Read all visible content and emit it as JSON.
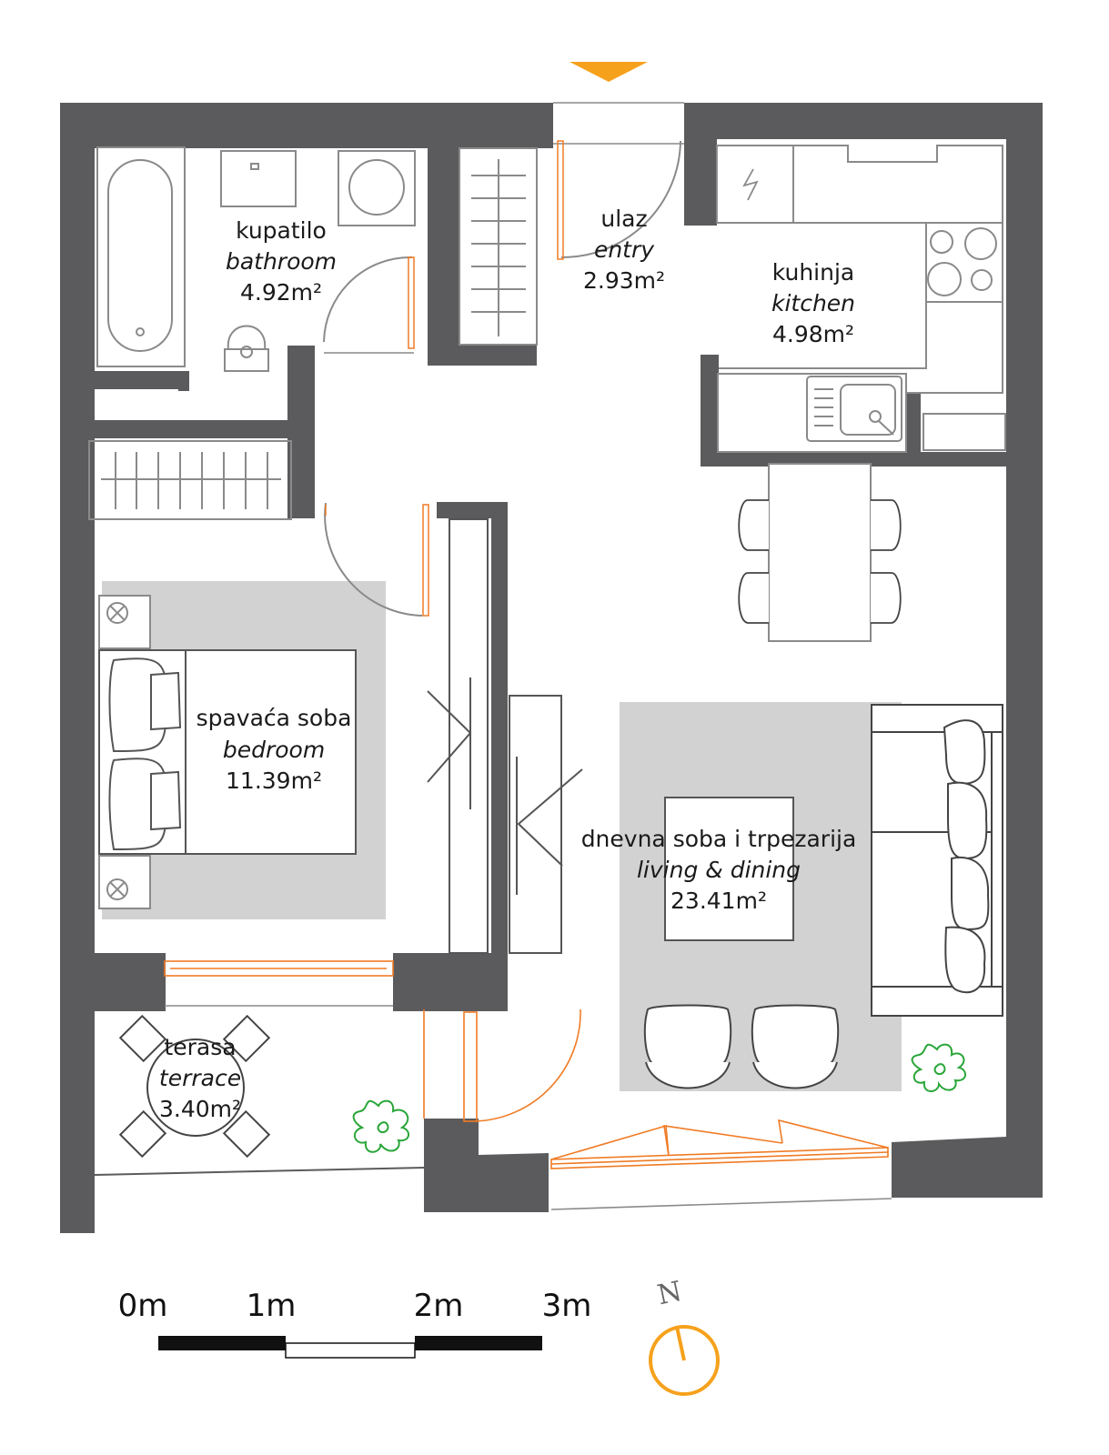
{
  "rooms": {
    "bathroom": {
      "name": "kupatilo",
      "name_en": "bathroom",
      "area": "4.92m²"
    },
    "entry": {
      "name": "ulaz",
      "name_en": "entry",
      "area": "2.93m²"
    },
    "kitchen": {
      "name": "kuhinja",
      "name_en": "kitchen",
      "area": "4.98m²"
    },
    "bedroom": {
      "name": "spavaća soba",
      "name_en": "bedroom",
      "area": "11.39m²"
    },
    "living": {
      "name": "dnevna soba i trpezarija",
      "name_en": "living & dining",
      "area": "23.41m²"
    },
    "terrace": {
      "name": "terasa",
      "name_en": "terrace",
      "area": "3.40m²"
    }
  },
  "scale": {
    "labels": [
      "0m",
      "1m",
      "2m",
      "3m"
    ]
  },
  "compass": {
    "label": "N"
  },
  "colors": {
    "wall": "#5b5b5d",
    "rug": "#d2d2d2",
    "accent_orange": "#f6a11c",
    "window_orange": "#f07b25",
    "plant_green": "#2aa63a",
    "line": "#8a8a8a"
  }
}
